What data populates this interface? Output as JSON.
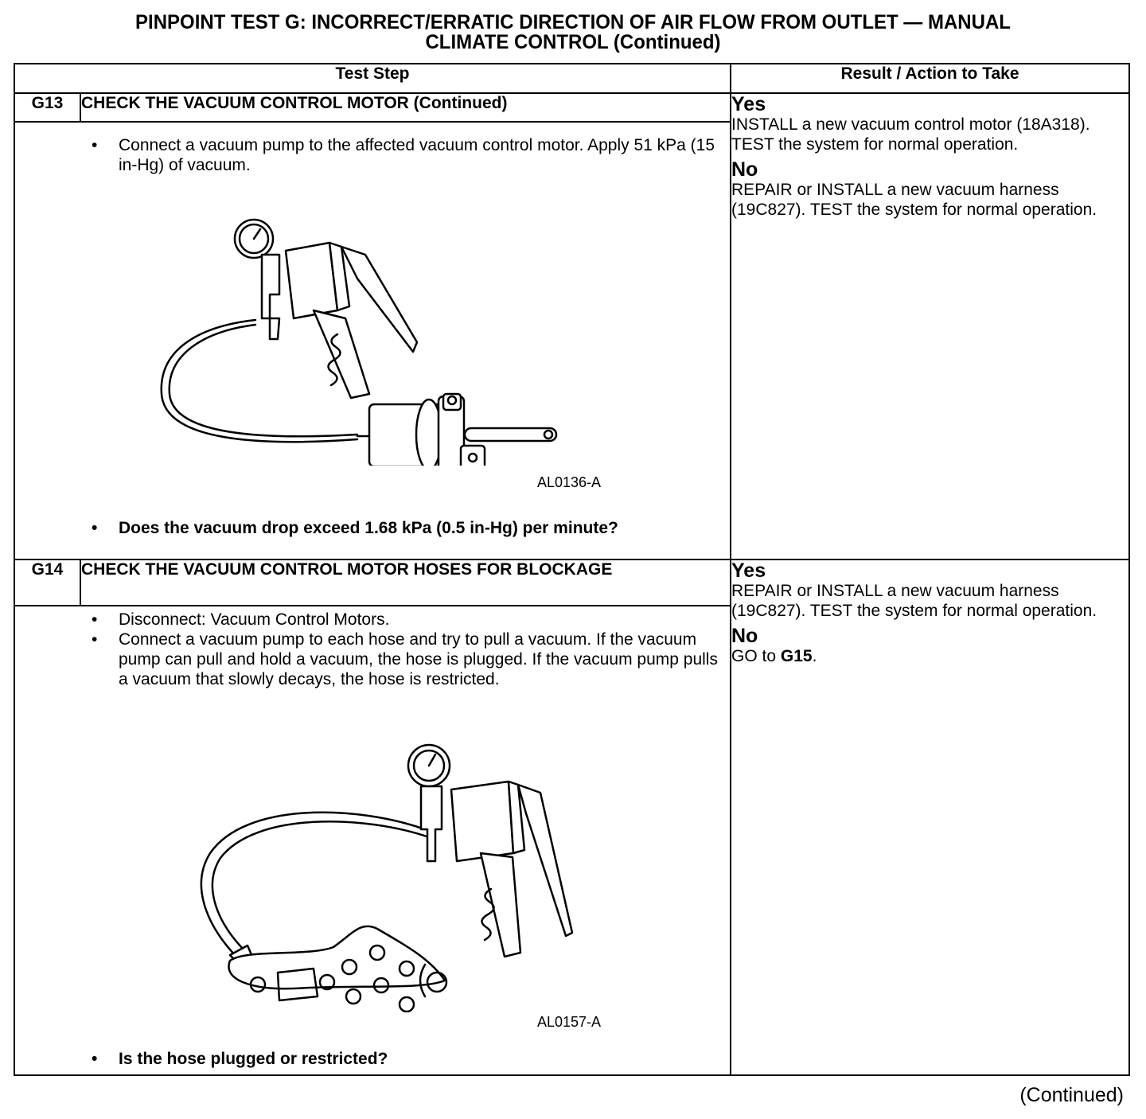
{
  "page": {
    "title_line1": "PINPOINT TEST  G: INCORRECT/ERRATIC DIRECTION OF AIR FLOW FROM OUTLET — MANUAL",
    "title_line2": "CLIMATE CONTROL (Continued)",
    "continued": "(Continued)"
  },
  "table": {
    "header_step": "Test Step",
    "header_result": "Result / Action to Take"
  },
  "steps": [
    {
      "id": "G13",
      "title": "CHECK THE VACUUM CONTROL MOTOR (Continued)",
      "bullets": [
        "Connect a vacuum pump to the affected vacuum control motor. Apply 51 kPa (15 in-Hg) of vacuum."
      ],
      "figure_code": "AL0136-A",
      "question": "Does the vacuum drop exceed 1.68 kPa (0.5 in-Hg) per minute?",
      "yes_label": "Yes",
      "yes_text": "INSTALL a new vacuum control motor (18A318). TEST the system for normal operation.",
      "no_label": "No",
      "no_text": "REPAIR or INSTALL a new vacuum harness (19C827). TEST the system for normal operation."
    },
    {
      "id": "G14",
      "title": "CHECK THE VACUUM CONTROL MOTOR HOSES FOR BLOCKAGE",
      "bullets": [
        "Disconnect: Vacuum Control Motors.",
        "Connect a vacuum pump to each hose and try to pull a vacuum. If the vacuum pump can pull and hold a vacuum, the hose is plugged. If the vacuum pump pulls a vacuum that slowly decays, the hose is restricted."
      ],
      "figure_code": "AL0157-A",
      "question": "Is the hose plugged or restricted?",
      "yes_label": "Yes",
      "yes_text": "REPAIR or INSTALL a new vacuum harness (19C827). TEST the system for normal operation.",
      "no_label": "No",
      "no_text_prefix": "GO to ",
      "no_text_link": "G15",
      "no_text_suffix": "."
    }
  ],
  "icons": {
    "figure1": "vacuum-pump-and-control-motor-illustration",
    "figure2": "vacuum-pump-and-hose-connector-illustration"
  }
}
